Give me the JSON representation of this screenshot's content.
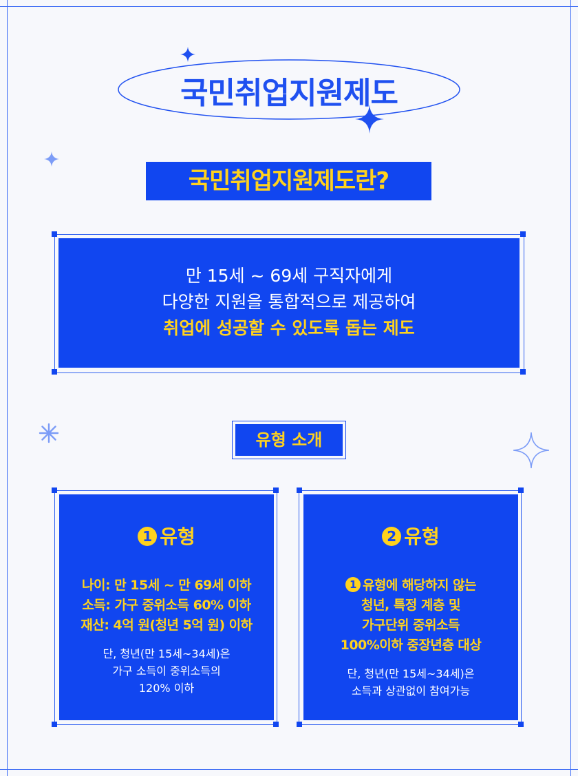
{
  "title": "국민취업지원제도",
  "subtitle": "국민취업지원제도란?",
  "intro": {
    "line1": "만 15세 ~ 69세 구직자에게",
    "line2": "다양한 지원을 통합적으로 제공하여",
    "line3": "취업에 성공할 수 있도록 돕는 제도"
  },
  "types_label": "유형 소개",
  "type1": {
    "number": "1",
    "title": "유형",
    "conditions": [
      "나이: 만 15세 ~ 만 69세 이하",
      "소득: 가구 중위소득 60% 이하",
      "재산: 4억 원(청년 5억 원) 이하"
    ],
    "note": [
      "단, 청년(만 15세~34세)은",
      "가구 소득이 중위소득의",
      "120% 이하"
    ]
  },
  "type2": {
    "number": "2",
    "title": "유형",
    "ref_number": "1",
    "conditions": [
      "유형에 해당하지 않는",
      "청년, 특정 계층 및",
      "가구단위 중위소득",
      "100%이하 중장년층 대상"
    ],
    "note": [
      "단, 청년(만 15세~34세)은",
      "소득과 상관없이 참여가능"
    ]
  },
  "colors": {
    "primary_blue": "#1146f0",
    "accent_yellow": "#ffd21e",
    "background": "#f7f8fc",
    "sparkle": "#7c9cf7"
  },
  "icons": [
    "sparkle-icon",
    "asterisk-icon",
    "circled-number-icon"
  ]
}
